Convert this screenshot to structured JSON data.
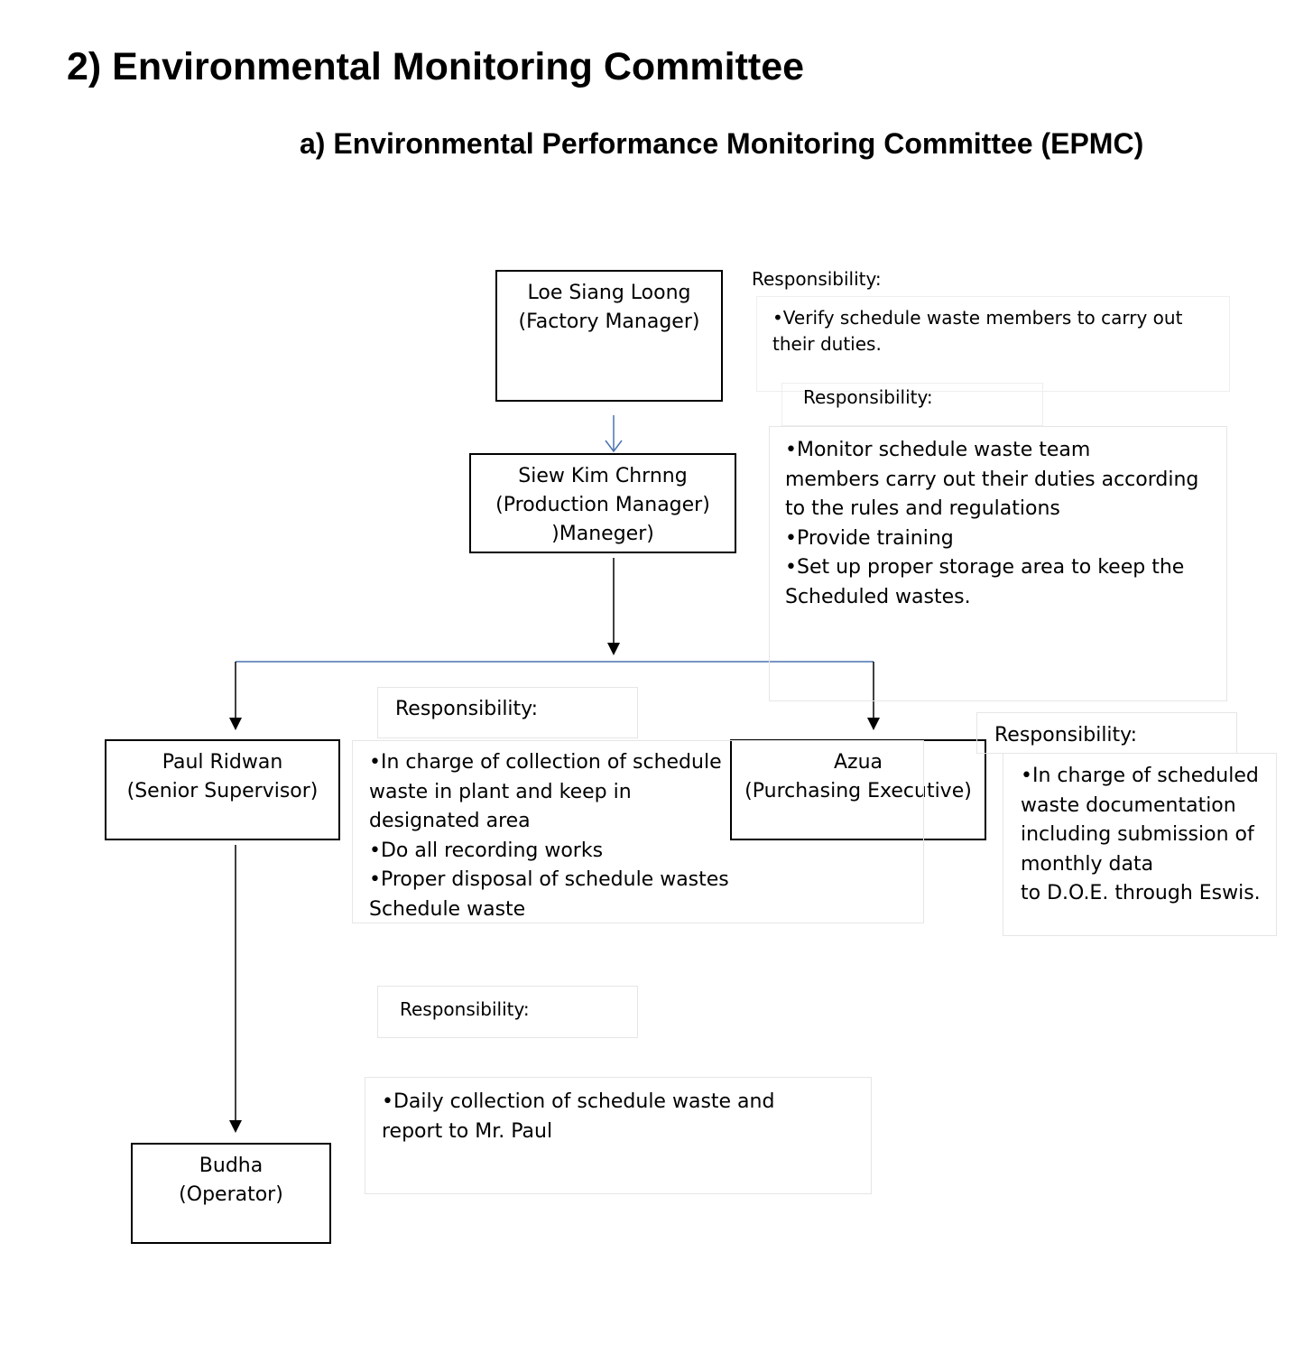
{
  "heading": "2) Environmental Monitoring Committee",
  "subheading": "a) Environmental Performance Monitoring Committee (EPMC)",
  "nodes": {
    "factory_manager": {
      "name": "Loe Siang Loong",
      "role": "(Factory Manager)"
    },
    "production_manager": {
      "name": "Siew Kim Chrnng",
      "role": "(Production Manager)",
      "extra": ")Maneger)"
    },
    "senior_supervisor": {
      "name": "Paul Ridwan",
      "role": "(Senior Supervisor)"
    },
    "purchasing_executive": {
      "name": "Azua",
      "role": "(Purchasing Executive)"
    },
    "operator": {
      "name": "Budha",
      "role": "(Operator)"
    }
  },
  "responsibilities": {
    "factory_manager": {
      "title": "Responsibility:",
      "lines": [
        "•Verify schedule waste members to carry out",
        "their duties."
      ]
    },
    "production_manager": {
      "title": "Responsibility:",
      "lines": [
        "•Monitor schedule waste team",
        "members carry out their duties according",
        "to the rules and regulations",
        "•Provide training",
        "•Set up proper storage area to keep the",
        "Scheduled wastes."
      ]
    },
    "senior_supervisor": {
      "title": "Responsibility:",
      "lines": [
        "•In charge of collection of schedule",
        "waste in plant and keep in",
        "designated area",
        "•Do all  recording works",
        "•Proper  disposal of schedule wastes",
        "Schedule waste"
      ]
    },
    "purchasing_executive": {
      "title": "Responsibility:",
      "lines": [
        "•In charge of scheduled",
        "waste documentation",
        "including submission of",
        "monthly data",
        "to D.O.E. through Eswis."
      ]
    },
    "operator": {
      "title": "Responsibility:",
      "lines": [
        "•Daily collection of schedule waste and",
        "report to Mr. Paul"
      ]
    }
  },
  "colors": {
    "connector_blue": "#4a72b0",
    "connector_black": "#000000",
    "box_border": "#000000"
  }
}
